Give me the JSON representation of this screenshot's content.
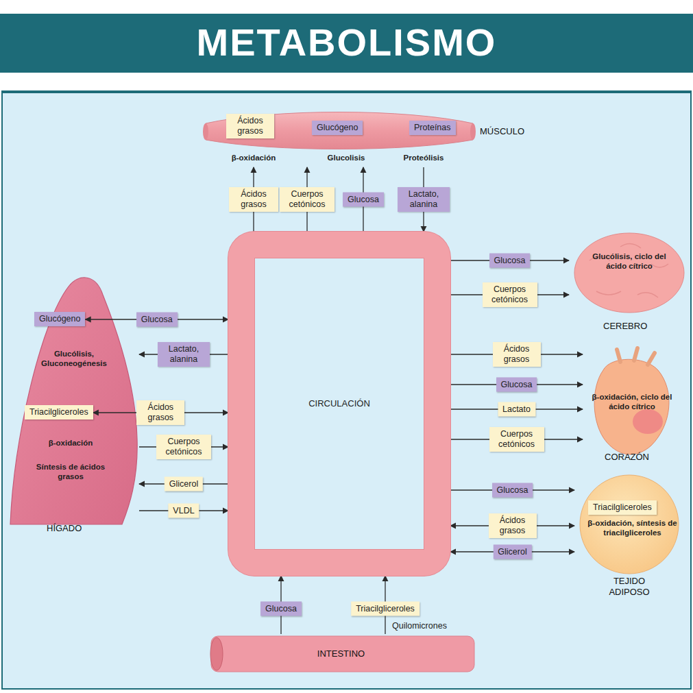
{
  "diagram": {
    "title": "METABOLISMO",
    "nodes": [
      {
        "text": [
          "MÚSCULO",
          "β-oxidación",
          "Glucolisis",
          "Proteólisis"
        ]
      },
      {
        "text": [
          "Ácidos grasos"
        ],
        "in": 0
      },
      {
        "text": [
          "Glucógeno"
        ],
        "in": 0
      },
      {
        "text": [
          "Proteínas"
        ],
        "in": 0
      },
      {
        "text": [
          "CIRCULACIÓN"
        ]
      },
      {
        "text": [
          "HÍGADO",
          "Glucólisis, Gluconeogénesis",
          "β-oxidación",
          "Síntesis de ácidos grasos"
        ]
      },
      {
        "text": [
          "Glucógeno"
        ],
        "in": 5
      },
      {
        "text": [
          "Triacilgliceroles"
        ],
        "in": 5
      },
      {
        "text": [
          "CEREBRO",
          "Glucólisis, ciclo del ácido cítrico"
        ]
      },
      {
        "text": [
          "CORAZÓN",
          "β-oxidación, ciclo del ácido cítrico"
        ]
      },
      {
        "text": [
          "TEJIDO ADIPOSO",
          "β-oxidación, síntesis de triacilgliceroles"
        ]
      },
      {
        "text": [
          "Triacilgliceroles"
        ],
        "in": 10
      },
      {
        "text": [
          "INTESTINO"
        ]
      }
    ],
    "edges": [
      {
        "from": 4,
        "to": 0,
        "label": "Ácidos grasos",
        "arrow": "to"
      },
      {
        "from": 4,
        "to": 0,
        "label": "Cuerpos cetónicos",
        "arrow": "to"
      },
      {
        "from": 4,
        "to": 0,
        "label": "Glucosa",
        "arrow": "to"
      },
      {
        "from": 0,
        "to": 4,
        "label": "Lactato, alanina",
        "arrow": "to"
      },
      {
        "from": 4,
        "to": 6,
        "label": "Glucosa",
        "arrow": "both"
      },
      {
        "from": 4,
        "to": 5,
        "label": "Lactato, alanina",
        "arrow": "to"
      },
      {
        "from": 4,
        "to": 7,
        "label": "Ácidos grasos",
        "arrow": "both"
      },
      {
        "from": 5,
        "to": 4,
        "label": "Cuerpos cetónicos",
        "arrow": "to"
      },
      {
        "from": 4,
        "to": 5,
        "label": "Glicerol",
        "arrow": "to"
      },
      {
        "from": 5,
        "to": 4,
        "label": "VLDL",
        "arrow": "to"
      },
      {
        "from": 4,
        "to": 8,
        "label": "Glucosa",
        "arrow": "to"
      },
      {
        "from": 4,
        "to": 8,
        "label": "Cuerpos cetónicos",
        "arrow": "to"
      },
      {
        "from": 4,
        "to": 9,
        "label": "Ácidos grasos",
        "arrow": "to"
      },
      {
        "from": 4,
        "to": 9,
        "label": "Glucosa",
        "arrow": "to"
      },
      {
        "from": 4,
        "to": 9,
        "label": "Lactato",
        "arrow": "to"
      },
      {
        "from": 4,
        "to": 9,
        "label": "Cuerpos cetónicos",
        "arrow": "to"
      },
      {
        "from": 4,
        "to": 10,
        "label": "Glucosa",
        "arrow": "to"
      },
      {
        "from": 4,
        "to": 10,
        "label": "Ácidos grasos",
        "arrow": "both"
      },
      {
        "from": 4,
        "to": 10,
        "label": "Glicerol",
        "arrow": "both"
      },
      {
        "from": 12,
        "to": 4,
        "label": "Glucosa",
        "arrow": "to"
      },
      {
        "from": 12,
        "to": 4,
        "label": "Triacilgliceroles",
        "arrow": "to"
      }
    ],
    "labels": [
      "Quilomicrones"
    ]
  }
}
